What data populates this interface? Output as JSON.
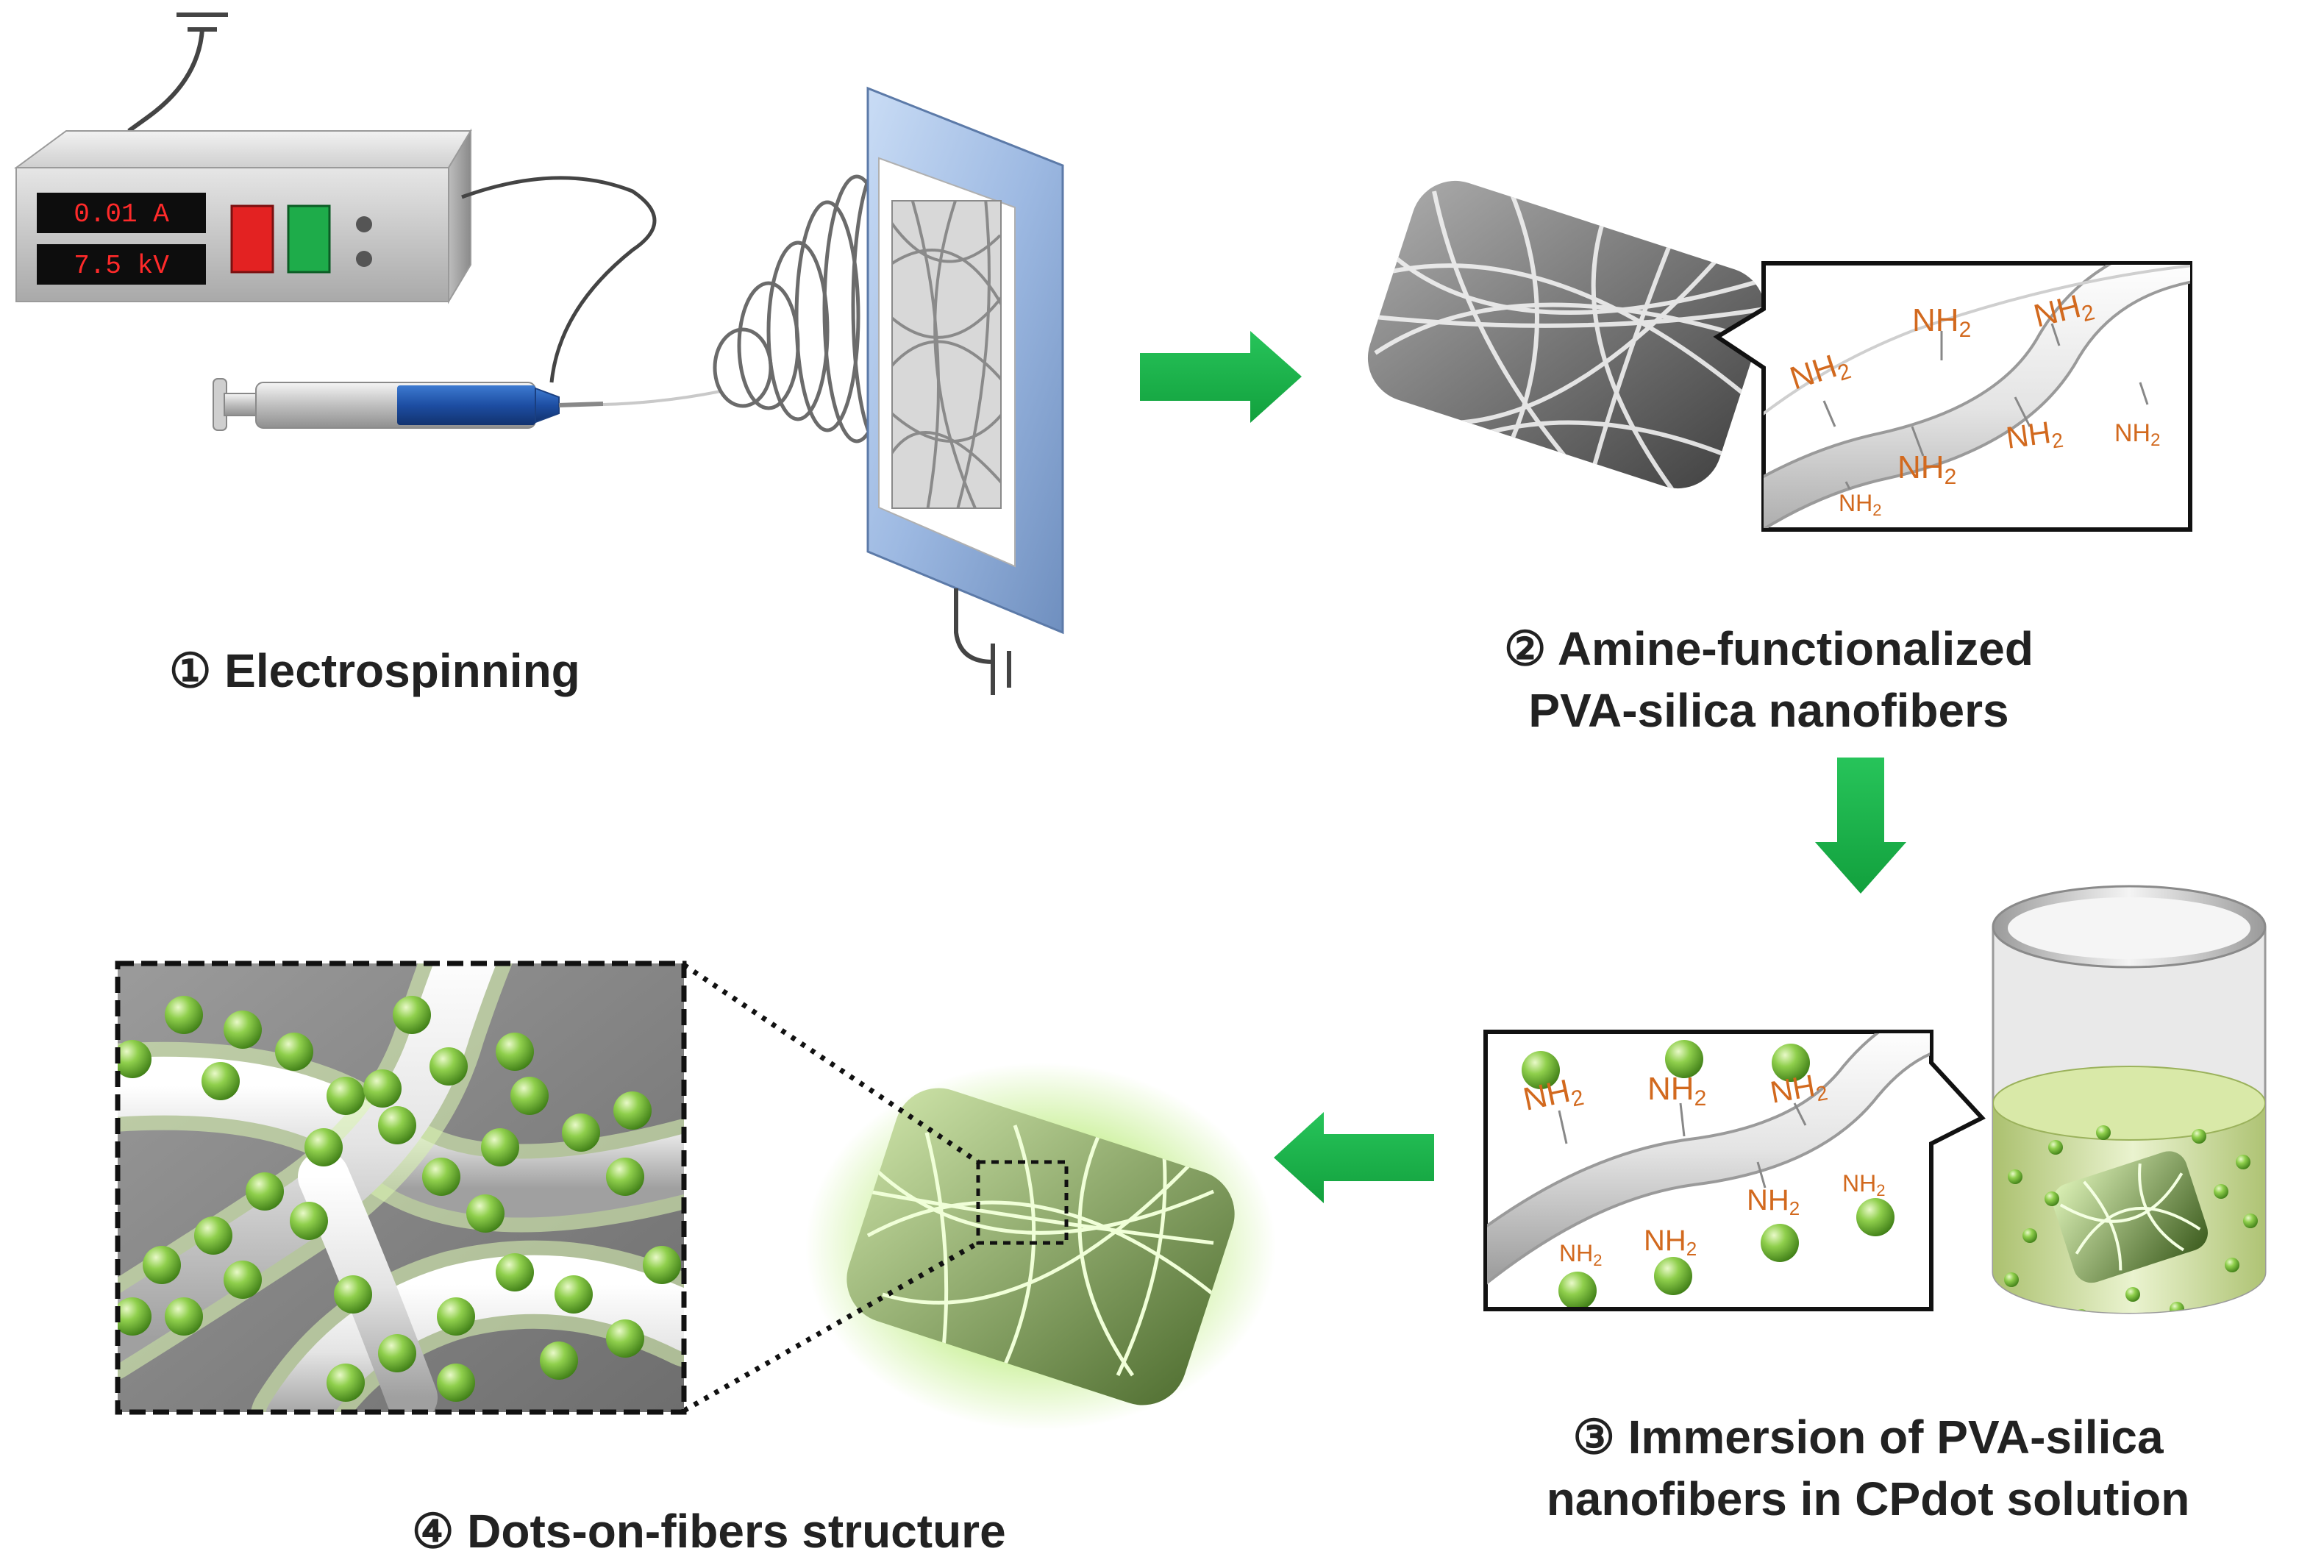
{
  "power_supply": {
    "current_display": "0.01 A",
    "voltage_display": "7.5 kV"
  },
  "steps": [
    {
      "number": "①",
      "lines": [
        "Electrospinning"
      ]
    },
    {
      "number": "②",
      "lines": [
        "Amine-functionalized",
        "PVA-silica nanofibers"
      ]
    },
    {
      "number": "③",
      "lines": [
        "Immersion of PVA-silica",
        "nanofibers in CPdot solution"
      ]
    },
    {
      "number": "④",
      "lines": [
        "Dots-on-fibers structure"
      ]
    }
  ],
  "step_labels": {
    "s1": "① Electrospinning",
    "s2_l1": "② Amine-functionalized",
    "s2_l2": "PVA-silica nanofibers",
    "s3_l1": "③ Immersion of PVA-silica",
    "s3_l2": "nanofibers in CPdot solution",
    "s4": "④ Dots-on-fibers structure"
  },
  "amine_group": {
    "prefix": "NH",
    "subscript": "2"
  },
  "colors": {
    "arrow": "#1fb04a",
    "dot": "#7cc040",
    "amine": "#d2691e",
    "lcd_text": "#ff2a2a"
  }
}
